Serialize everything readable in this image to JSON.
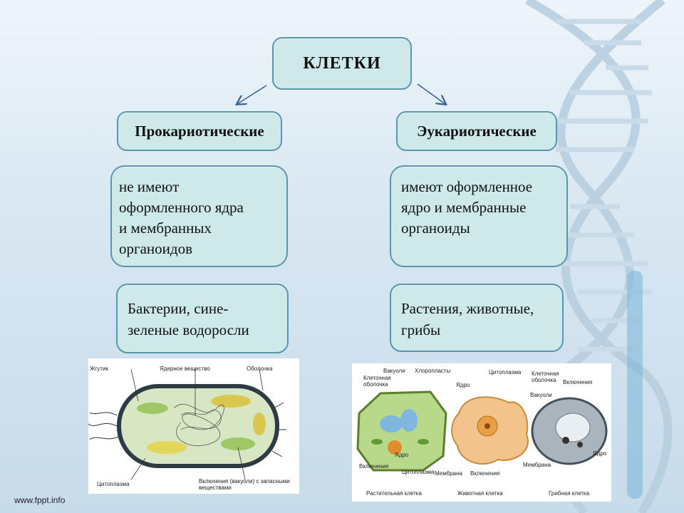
{
  "title": "КЛЕТКИ",
  "categories": {
    "prokaryotic": "Прокариотические",
    "eukaryotic": "Эукариотические"
  },
  "descriptions": {
    "prokaryotic": [
      "не имеют",
      "оформленного ядра",
      "и мембранных",
      "органоидов"
    ],
    "eukaryotic": [
      "имеют оформленное",
      "ядро и мембранные",
      "органоиды"
    ]
  },
  "examples": {
    "prokaryotic": [
      "Бактерии, сине-",
      "зеленые водоросли"
    ],
    "eukaryotic": [
      "Растения, животные,",
      "грибы"
    ]
  },
  "bacteria_labels": {
    "flagellum": "Жгутик",
    "nuclear_matter": "Ядерное вещество",
    "membrane": "Оболочка",
    "cytoplasm": "Цитоплазма",
    "inclusions": [
      "Включения (вакуоли) с запасными",
      "веществами"
    ]
  },
  "eukaryote_labels": {
    "vacuoles": "Вакуоли",
    "chloroplasts": "Хлоропласты",
    "cell_wall": [
      "Клеточная",
      "оболочка"
    ],
    "nucleus": "Ядро",
    "inclusions": "Включения",
    "cytoplasm": "Цитоплазма",
    "membrane": "Мембрана",
    "cytoplasm2": "Цитоплазма",
    "nucleus2": "Ядро",
    "inclusions2": "Включения",
    "cell_wall2": [
      "Клеточная",
      "оболочка"
    ],
    "inclusions3": "Включения",
    "vacuoles2": "Вакуоли",
    "nucleus3": "Ядро",
    "membrane2": "Мембрана",
    "plant_cell": "Растительная клетка",
    "animal_cell": "Животная клетка",
    "fungal_cell": "Грибная клетка"
  },
  "footer": "www.fppt.info",
  "colors": {
    "box_fill": "#cde9ea",
    "box_border": "#5b95ad",
    "arrow": "#3a5f9a"
  }
}
